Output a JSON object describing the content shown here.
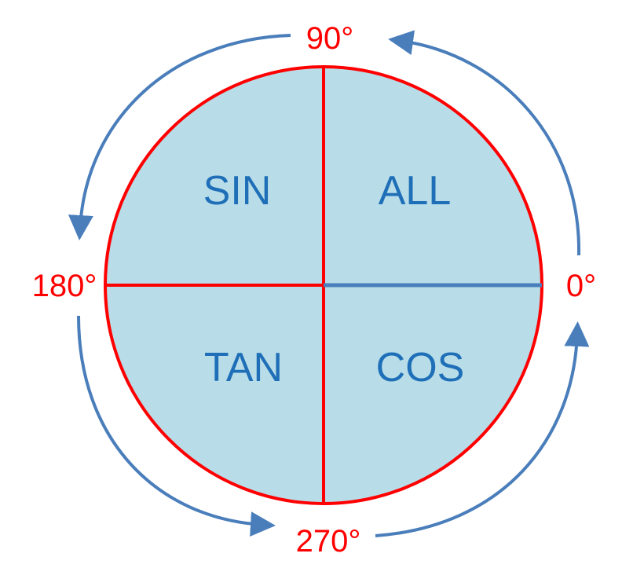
{
  "quadrants": {
    "q1": "ALL",
    "q2": "SIN",
    "q3": "TAN",
    "q4": "COS"
  },
  "angles": {
    "a0": "0°",
    "a90": "90°",
    "a180": "180°",
    "a270": "270°"
  },
  "colors": {
    "fill": "#b8dde8",
    "circle": "#ff0000",
    "arrow": "#4a7ebb",
    "text": "#1f6fb8",
    "angle_text": "#ff0000"
  }
}
